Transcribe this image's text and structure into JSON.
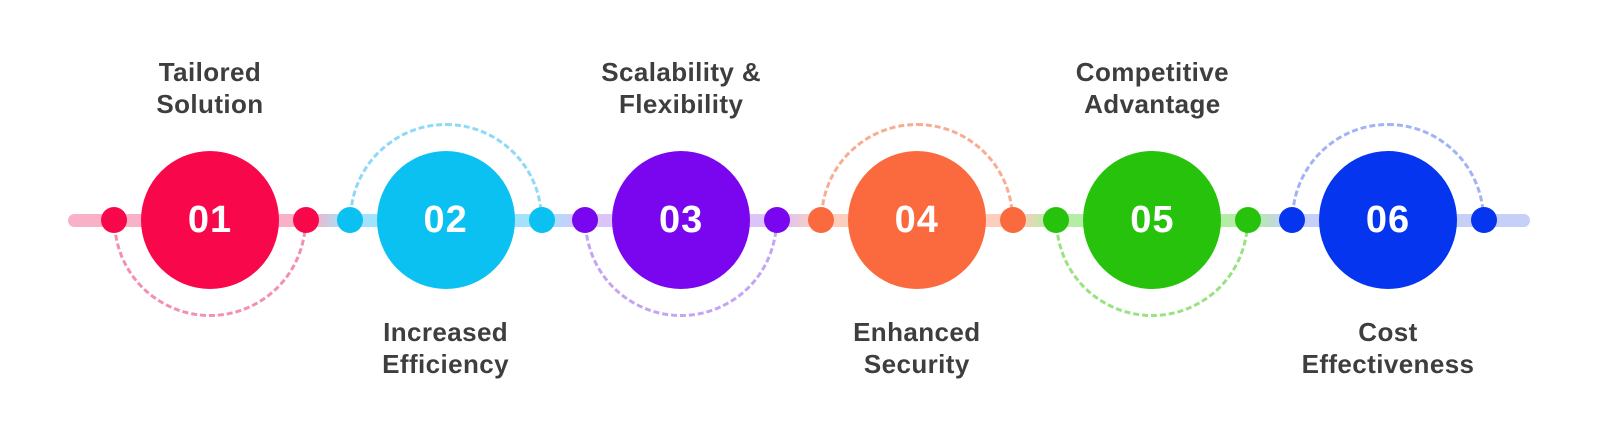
{
  "diagram": {
    "type": "horizontal-process-timeline",
    "text_color": "#3E3E3E",
    "background": "#FFFFFF"
  },
  "steps": [
    {
      "number": "01",
      "label": "Tailored\nSolution",
      "label_position": "above",
      "color": "#F8084B",
      "tint": "#F9B1C7",
      "dash": "#F590AC"
    },
    {
      "number": "02",
      "label": "Increased\nEfficiency",
      "label_position": "below",
      "color": "#0BC1F2",
      "tint": "#A2E3FB",
      "dash": "#8ED9F7"
    },
    {
      "number": "03",
      "label": "Scalability &\nFlexibility",
      "label_position": "above",
      "color": "#7A06EF",
      "tint": "#DAC4F8",
      "dash": "#C5A4F3"
    },
    {
      "number": "04",
      "label": "Enhanced\nSecurity",
      "label_position": "below",
      "color": "#FB693E",
      "tint": "#FDCEBE",
      "dash": "#F8AC92"
    },
    {
      "number": "05",
      "label": "Competitive\nAdvantage",
      "label_position": "above",
      "color": "#27C20B",
      "tint": "#B6EDA6",
      "dash": "#97E37F"
    },
    {
      "number": "06",
      "label": "Cost\nEffectiveness",
      "label_position": "below",
      "color": "#0635F0",
      "tint": "#C6CFF8",
      "dash": "#A2B3F5"
    }
  ]
}
